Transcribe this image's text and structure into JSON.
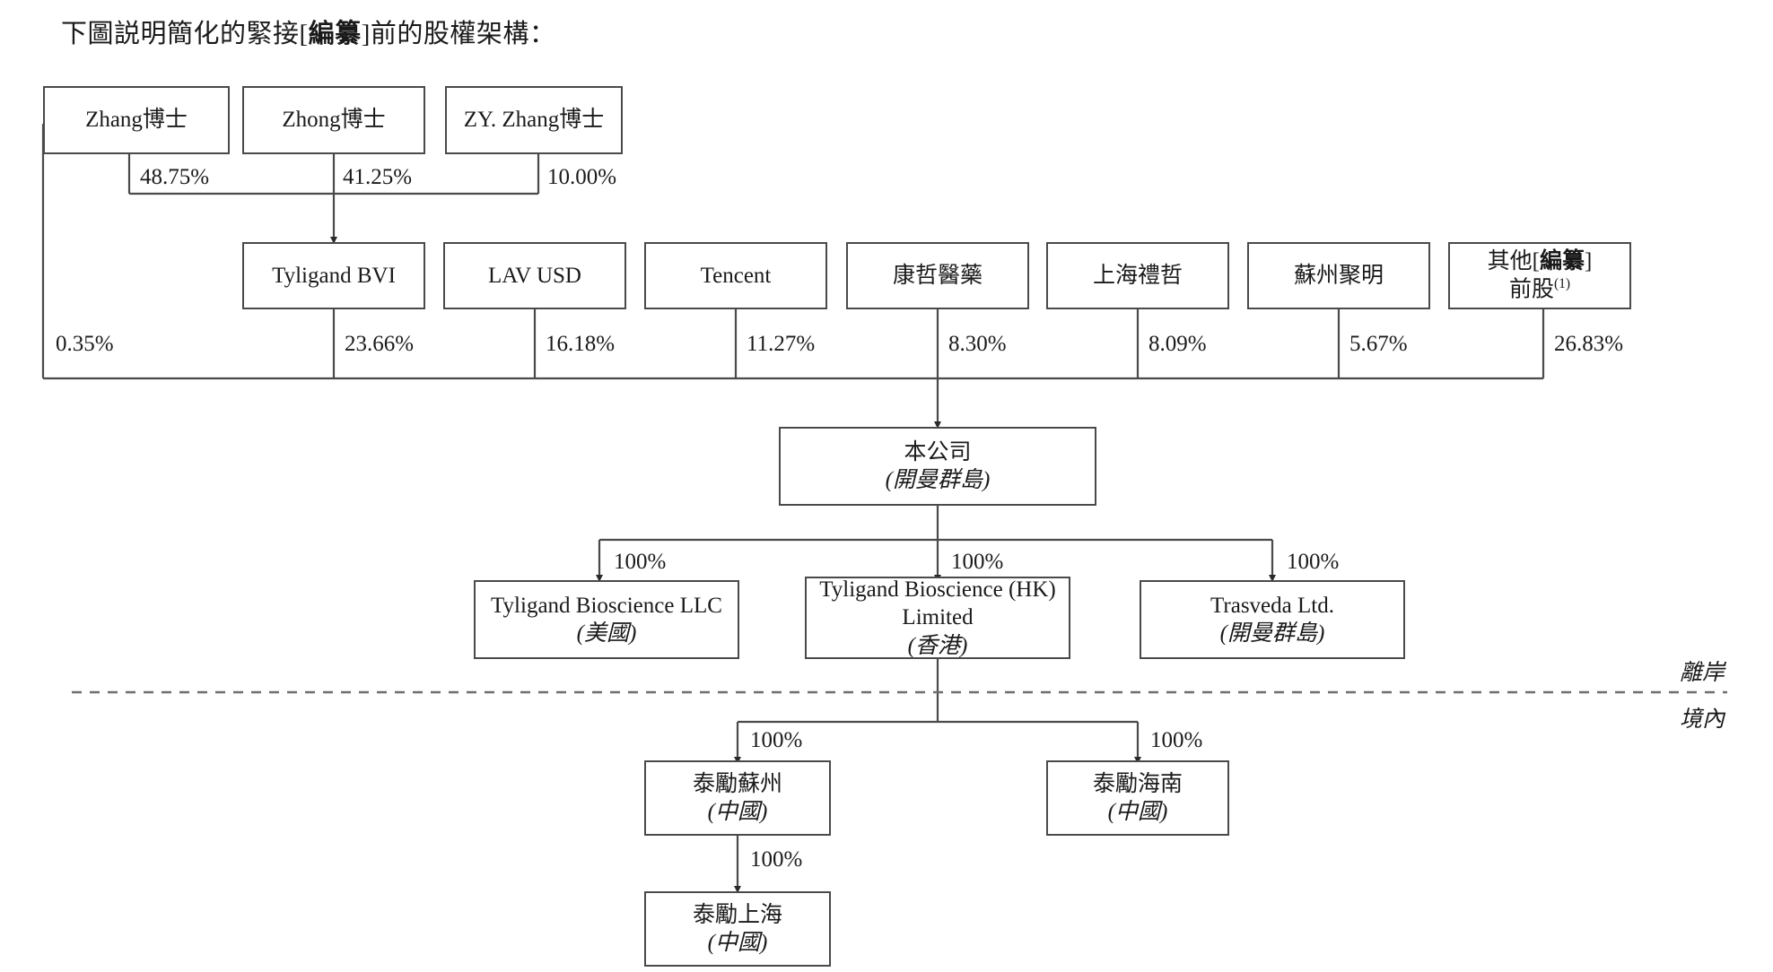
{
  "document": {
    "intro_prefix": "下圖説明簡化的緊接[",
    "intro_bracket_bold": "編纂",
    "intro_suffix": "]前的股權架構："
  },
  "chart_data": {
    "type": "diagram",
    "title": "簡化的緊接[編纂]前的股權架構",
    "nodes": {
      "zhang": {
        "label": "Zhang博士"
      },
      "zhong": {
        "label": "Zhong博士"
      },
      "zyzhang": {
        "label": "ZY. Zhang博士"
      },
      "tyligand_bvi": {
        "label": "Tyligand BVI"
      },
      "lav_usd": {
        "label": "LAV USD"
      },
      "tencent": {
        "label": "Tencent"
      },
      "kangzhe": {
        "label": "康哲醫藥"
      },
      "shanghai_lizhe": {
        "label": "上海禮哲"
      },
      "suzhou_juming": {
        "label": "蘇州聚明"
      },
      "other_pre_ipo": {
        "line1_prefix": "其他[",
        "line1_bold": "編纂",
        "line1_suffix": "]",
        "line2": "前股",
        "superscript": "(1)"
      },
      "company": {
        "line1": "本公司",
        "line2": "(開曼群島)"
      },
      "tyligand_llc": {
        "line1": "Tyligand Bioscience LLC",
        "line2": "(美國)"
      },
      "tyligand_hk": {
        "line1": "Tyligand Bioscience (HK)",
        "line1b": "Limited",
        "line2": "(香港)"
      },
      "trasveda": {
        "line1": "Trasveda Ltd.",
        "line2": "(開曼群島)"
      },
      "taili_suzhou": {
        "line1": "泰勵蘇州",
        "line2": "(中國)"
      },
      "taili_hainan": {
        "line1": "泰勵海南",
        "line2": "(中國)"
      },
      "taili_shanghai": {
        "line1": "泰勵上海",
        "line2": "(中國)"
      }
    },
    "edges": [
      {
        "from": "zhang",
        "to": "tyligand_bvi",
        "label": "48.75%"
      },
      {
        "from": "zhong",
        "to": "tyligand_bvi",
        "label": "41.25%"
      },
      {
        "from": "zyzhang",
        "to": "tyligand_bvi",
        "label": "10.00%"
      },
      {
        "from": "zhang",
        "to": "company",
        "label": "0.35%"
      },
      {
        "from": "tyligand_bvi",
        "to": "company",
        "label": "23.66%"
      },
      {
        "from": "lav_usd",
        "to": "company",
        "label": "16.18%"
      },
      {
        "from": "tencent",
        "to": "company",
        "label": "11.27%"
      },
      {
        "from": "kangzhe",
        "to": "company",
        "label": "8.30%"
      },
      {
        "from": "shanghai_lizhe",
        "to": "company",
        "label": "8.09%"
      },
      {
        "from": "suzhou_juming",
        "to": "company",
        "label": "5.67%"
      },
      {
        "from": "other_pre_ipo",
        "to": "company",
        "label": "26.83%"
      },
      {
        "from": "company",
        "to": "tyligand_llc",
        "label": "100%"
      },
      {
        "from": "company",
        "to": "tyligand_hk",
        "label": "100%"
      },
      {
        "from": "company",
        "to": "trasveda",
        "label": "100%"
      },
      {
        "from": "tyligand_hk",
        "to": "taili_suzhou",
        "label": "100%"
      },
      {
        "from": "tyligand_hk",
        "to": "taili_hainan",
        "label": "100%"
      },
      {
        "from": "taili_suzhou",
        "to": "taili_shanghai",
        "label": "100%"
      }
    ],
    "divider": {
      "above_label": "離岸",
      "below_label": "境內",
      "style": "dashed"
    },
    "percentages": {
      "p_4875": "48.75%",
      "p_4125": "41.25%",
      "p_1000": "10.00%",
      "p_035": "0.35%",
      "p_2366": "23.66%",
      "p_1618": "16.18%",
      "p_1127": "11.27%",
      "p_830": "8.30%",
      "p_809": "8.09%",
      "p_567": "5.67%",
      "p_2683": "26.83%",
      "p100_llc": "100%",
      "p100_hk": "100%",
      "p100_trasveda": "100%",
      "p100_suzhou": "100%",
      "p100_hainan": "100%",
      "p100_shanghai": "100%"
    }
  },
  "colors": {
    "line": "#4a4a4a",
    "text": "#1a1a1a",
    "background": "#ffffff"
  }
}
